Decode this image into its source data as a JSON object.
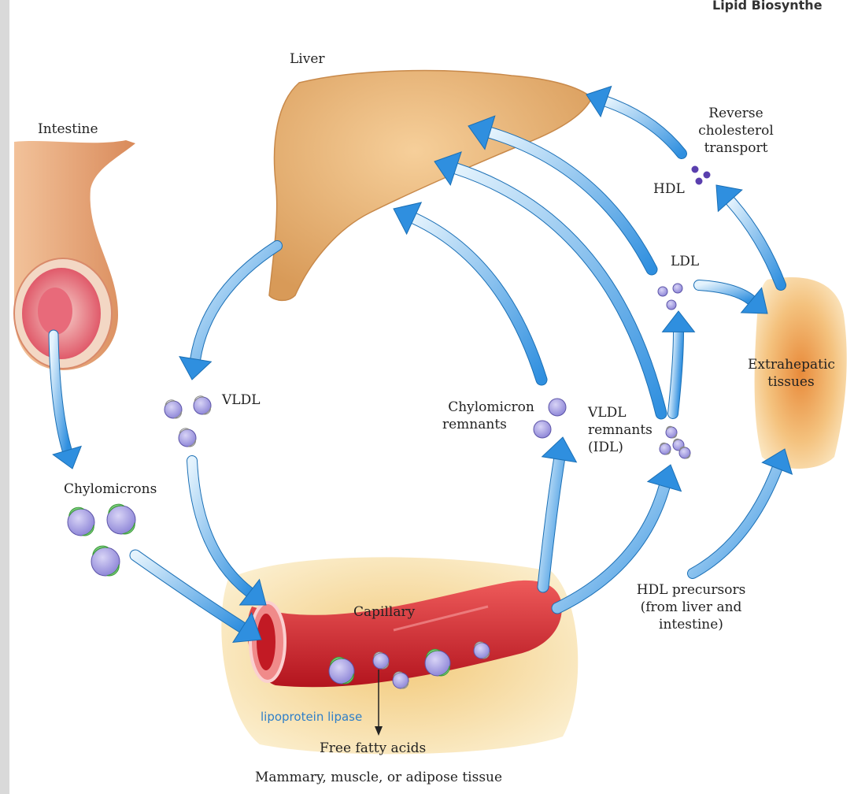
{
  "header": {
    "title_fragment": "Lipid Biosynthe"
  },
  "organs": {
    "liver": "Liver",
    "intestine": "Intestine",
    "extrahepatic": [
      "Extrahepatic",
      "tissues"
    ],
    "capillary": "Capillary",
    "tissue_caption": "Mammary, muscle, or adipose tissue"
  },
  "particles": {
    "vldl": "VLDL",
    "chylomicrons": "Chylomicrons",
    "chylomicron_remnants": [
      "Chylomicron",
      "remnants"
    ],
    "vldl_remnants": [
      "VLDL",
      "remnants",
      "(IDL)"
    ],
    "ldl": "LDL",
    "hdl": "HDL",
    "hdl_precursors": [
      "HDL precursors",
      "(from liver and",
      "intestine)"
    ]
  },
  "processes": {
    "reverse_transport": [
      "Reverse",
      "cholesterol",
      "transport"
    ],
    "enzyme": "lipoprotein lipase",
    "product": "Free fatty acids"
  },
  "colors": {
    "liver": "#e0a868",
    "intestine": "#e8a878",
    "vessel": "#d8242e",
    "tissue_glow": "#f0b060",
    "arrow": "#3c9be0",
    "particle": "#a9a2e3",
    "apoprotein": "#7ccf7c"
  }
}
